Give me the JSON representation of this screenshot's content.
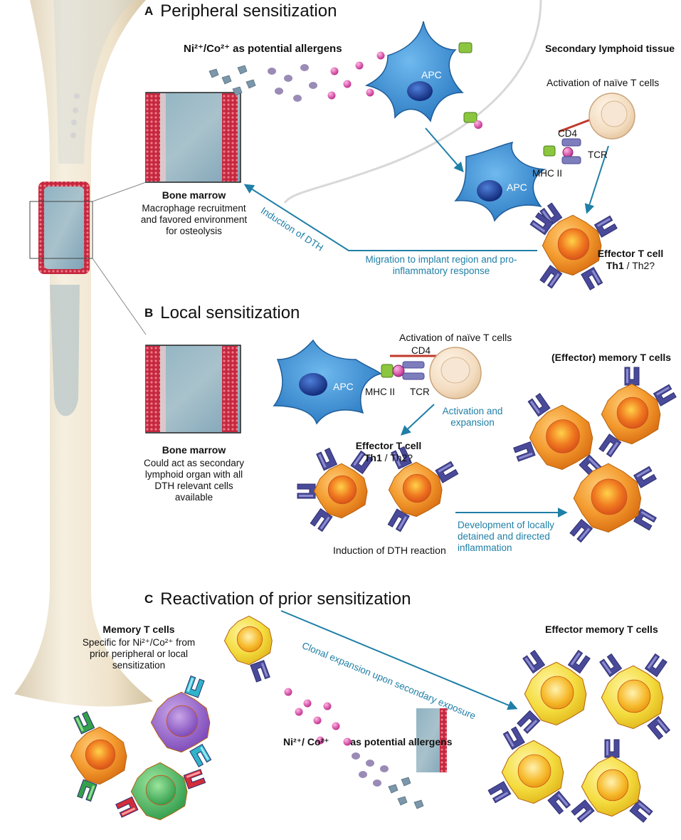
{
  "colors": {
    "arrow": "#1f7fa6",
    "apc": "#2f8fd4",
    "effector_cell": "#f08a24",
    "memory_cell_yellow": "#f2cf2a",
    "naive_cell": "#f3dcc4",
    "receptor": "#4a4a9a",
    "allergen_particle": "#d84fb0",
    "mhc": "#8cc63f",
    "bone": "#efe5d2"
  },
  "icons": [
    "bone-icon",
    "apc-cell-icon",
    "t-cell-icon",
    "receptor-icon",
    "mhc-ii-icon",
    "allergen-particle-icon"
  ],
  "section_a": {
    "letter": "A",
    "title": "Peripheral sensitization",
    "allergens": "Ni²⁺/Co²⁺ as potential allergens",
    "lymphoid_tissue": "Secondary lymphoid tissue",
    "activation": "Activation of naïve T cells",
    "apc_label": "APC",
    "cd4": "CD4",
    "tcr": "TCR",
    "mhc": "MHC II",
    "bone_marrow_title": "Bone marrow",
    "bone_marrow_desc": "Macrophage recruitment and favored environment for osteolysis",
    "induction": "Induction of DTH",
    "migration": "Migration to implant region and pro-inflammatory response",
    "effector_title": "Effector T cell",
    "effector_sub_bold": "Th1",
    "effector_sub_slash": " / ",
    "effector_sub_rest": "Th2?"
  },
  "section_b": {
    "letter": "B",
    "title": "Local sensitization",
    "activation": "Activation of naïve T cells",
    "apc_label": "APC",
    "cd4": "CD4",
    "tcr": "TCR",
    "mhc": "MHC II",
    "activation_expansion": "Activation and expansion",
    "effector_title": "Effector T cell",
    "effector_sub_bold": "Th1",
    "effector_sub_slash": " / ",
    "effector_sub_rest": "Th2?",
    "memory": "(Effector) memory T cells",
    "bone_marrow_title": "Bone marrow",
    "bone_marrow_desc": "Could act as secondary lymphoid organ with all DTH relevant cells available",
    "induction_reaction": "Induction of DTH reaction",
    "development": "Development of locally detained and directed inflammation"
  },
  "section_c": {
    "letter": "C",
    "title": "Reactivation of prior sensitization",
    "memory_title": "Memory T cells",
    "memory_desc": "Specific for Ni²⁺/Co²⁺ from prior peripheral or local sensitization",
    "clonal": "Clonal expansion upon secondary exposure",
    "effector_memory": "Effector memory T cells",
    "allergens_ions": "Ni²⁺/ Co²⁺",
    "allergens_rest": "as potential allergens"
  }
}
